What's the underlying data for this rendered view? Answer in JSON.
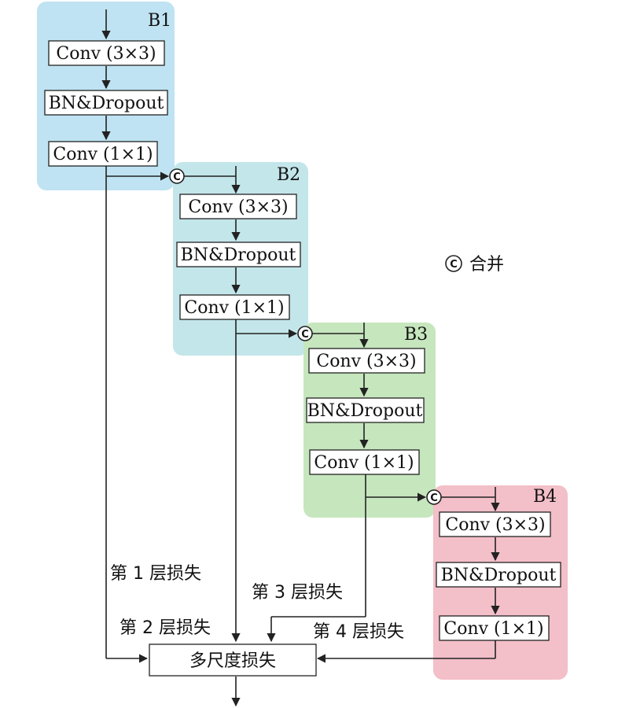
{
  "colors": {
    "b1": "#bfe3f2",
    "b2": "#c3e6ea",
    "b3": "#c6e6bd",
    "b4": "#f3bfc8",
    "line": "#222222"
  },
  "blocks": [
    {
      "label": "B1",
      "conv3": "Conv (3×3)",
      "bn": "BN&Dropout",
      "conv1": "Conv (1×1)"
    },
    {
      "label": "B2",
      "conv3": "Conv (3×3)",
      "bn": "BN&Dropout",
      "conv1": "Conv (1×1)"
    },
    {
      "label": "B3",
      "conv3": "Conv (3×3)",
      "bn": "BN&Dropout",
      "conv1": "Conv (1×1)"
    },
    {
      "label": "B4",
      "conv3": "Conv (3×3)",
      "bn": "BN&Dropout",
      "conv1": "Conv (1×1)"
    }
  ],
  "concat_symbol": "C",
  "legend": {
    "symbol": "C",
    "text": "合并"
  },
  "losses": {
    "layer1": "第 1 层损失",
    "layer2": "第 2 层损失",
    "layer3": "第 3 层损失",
    "layer4": "第 4 层损失"
  },
  "output_box": "多尺度损失"
}
